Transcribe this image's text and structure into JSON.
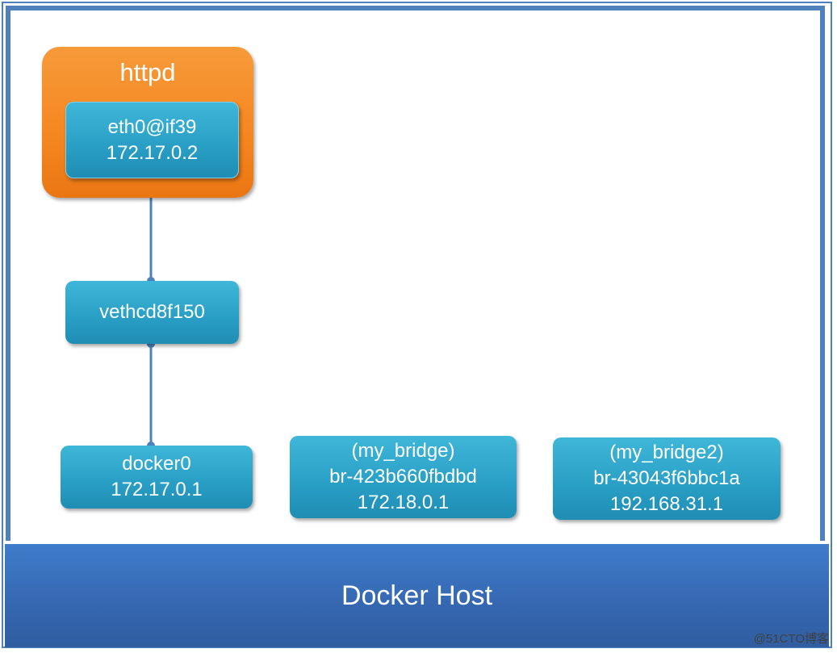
{
  "diagram": {
    "host_label": "Docker Host",
    "container": {
      "title": "httpd",
      "interface": {
        "name": "eth0@if39",
        "ip": "172.17.0.2"
      }
    },
    "veth": {
      "name": "vethcd8f150"
    },
    "bridges": [
      {
        "name": "docker0",
        "ip": "172.17.0.1"
      },
      {
        "network": "(my_bridge)",
        "name": "br-423b660fbdbd",
        "ip": "172.18.0.1"
      },
      {
        "network": "(my_bridge2)",
        "name": "br-43043f6bbc1a",
        "ip": "192.168.31.1"
      }
    ],
    "colors": {
      "frame": "#4f81bd",
      "container": "#f58822",
      "node": "#2aa0c6",
      "link": "#4f81bd"
    }
  },
  "watermark": "@51CTO博客"
}
